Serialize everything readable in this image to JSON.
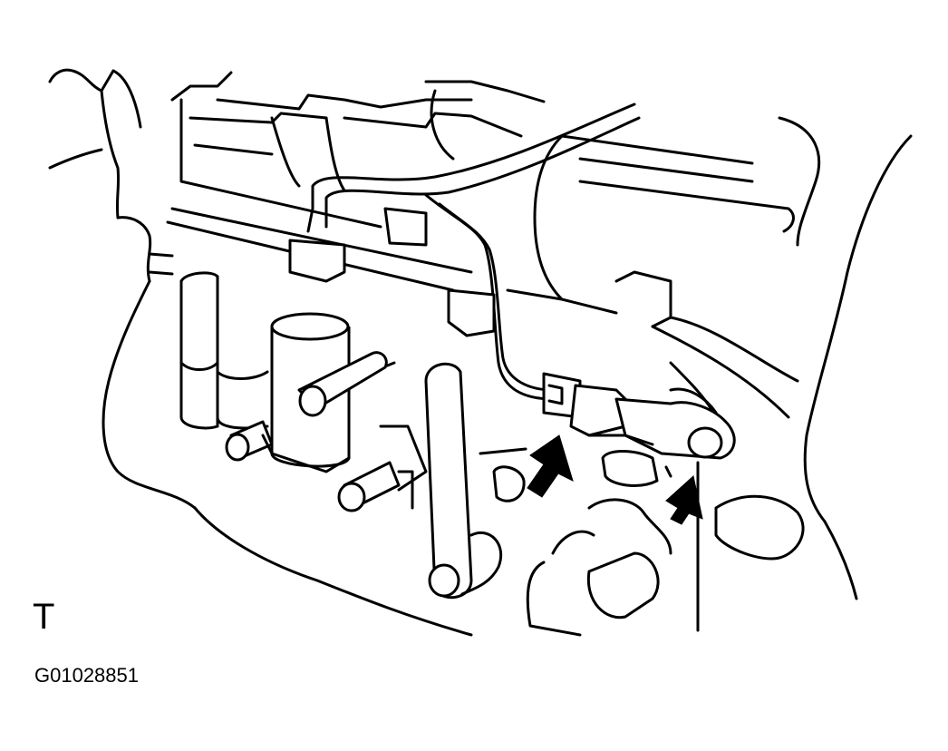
{
  "figure": {
    "corner_label": "T",
    "figure_id": "G01028851"
  },
  "illustration": {
    "icons": [
      "transmission-housing-drawing",
      "sensor-connector-drawing",
      "pointer-arrow-icon"
    ]
  }
}
